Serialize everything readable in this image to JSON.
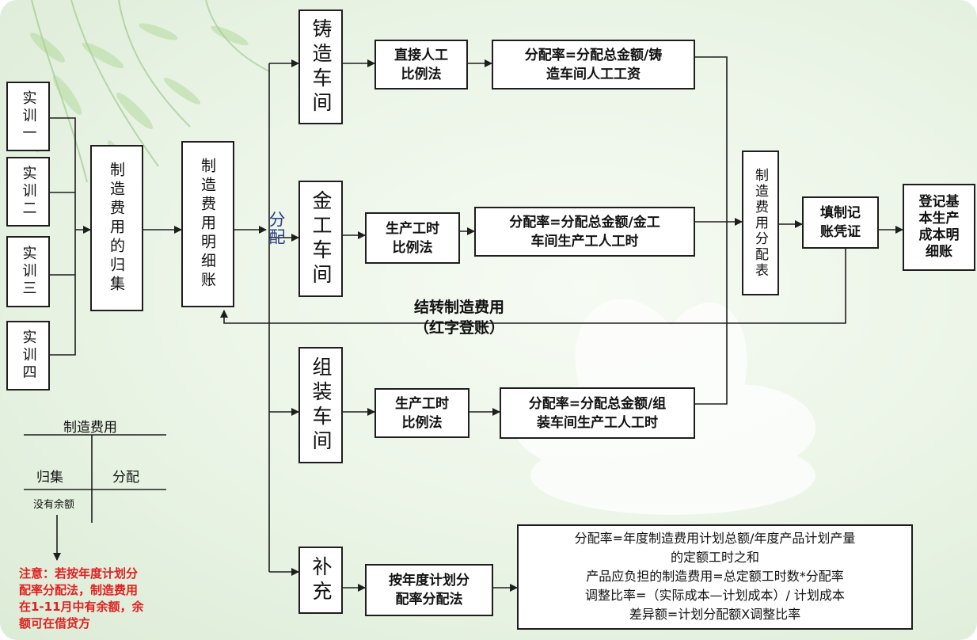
{
  "training": {
    "t1": "实训一",
    "t2": "实训二",
    "t3": "实训三",
    "t4": "实训四"
  },
  "collect": "制造费用的归集",
  "ledger": "制造费用明细账",
  "allocate_label": "分配",
  "workshops": {
    "casting": "铸造车间",
    "metal": "金工车间",
    "assembly": "组装车间",
    "supplement": "补充"
  },
  "methods": {
    "direct_labor": "直接人工\n比例法",
    "metal_hours": "生产工时\n比例法",
    "assembly_hours": "生产工时\n比例法",
    "annual_plan": "按年度计划分\n配率分配法"
  },
  "rates": {
    "casting": "分配率=分配总金额/铸\n造车间人工工资",
    "metal": "分配率=分配总金额/金工\n车间生产工人工时",
    "assembly": "分配率=分配总金额/组\n装车间生产工人工时"
  },
  "formula_lines": [
    "分配率=年度制造费用计划总额/年度产品计划产量",
    "的定额工时之和",
    "产品应负担的制造费用=总定额工时数*分配率",
    "调整比率=（实际成本—计划成本）/ 计划成本",
    "差异额=计划分配额X调整比率"
  ],
  "alloc_table": "制造费用分配表",
  "voucher": "填制记\n账凭证",
  "register": "登记基\n本生产\n成本明\n细账",
  "transfer": {
    "line1": "结转制造费用",
    "line2": "（红字登账）"
  },
  "t_account": {
    "title": "制造费用",
    "left": "归集",
    "right": "分配",
    "note": "没有余额"
  },
  "warning": "注意：若按年度计划分\n配率分配法，制造费用\n在1-11月中有余额，余\n额可在借贷方",
  "colors": {
    "line": "#1e1e1e",
    "warning": "#e02020",
    "allocate_label": "#2a3f86",
    "background": "#eaf4e6"
  },
  "icons": [
    "arrow-right-icon",
    "arrow-down-icon",
    "arrow-left-icon"
  ]
}
